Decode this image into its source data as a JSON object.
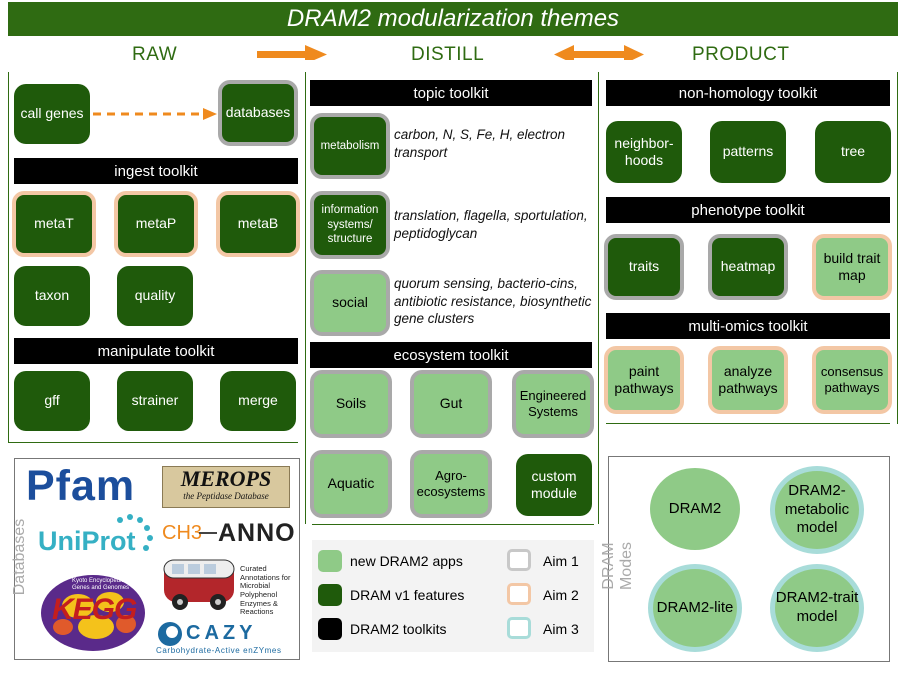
{
  "title": "DRAM2 modularization themes",
  "columns": {
    "raw": "RAW",
    "distill": "DISTILL",
    "product": "PRODUCT"
  },
  "raw": {
    "call_genes": "call genes",
    "databases": "databases",
    "ingest_toolkit": "ingest toolkit",
    "ingest": [
      "metaT",
      "metaP",
      "metaB",
      "taxon",
      "quality"
    ],
    "manipulate_toolkit": "manipulate toolkit",
    "manipulate": [
      "gff",
      "strainer",
      "merge"
    ]
  },
  "distill": {
    "topic_toolkit": "topic toolkit",
    "topics": [
      {
        "label": "metabolism",
        "desc": "carbon, N, S, Fe, H, electron transport"
      },
      {
        "label": "information systems/ structure",
        "desc": "translation, flagella, sportulation, peptidoglycan"
      },
      {
        "label": "social",
        "desc": "quorum sensing, bacterio-cins, antibiotic resistance, biosynthetic gene clusters"
      }
    ],
    "ecosystem_toolkit": "ecosystem toolkit",
    "ecosystems": [
      "Soils",
      "Gut",
      "Engineered Systems",
      "Aquatic",
      "Agro-ecosystems",
      "custom module"
    ]
  },
  "product": {
    "nonhomology_toolkit": "non-homology toolkit",
    "nonhomology": [
      "neighbor-hoods",
      "patterns",
      "tree"
    ],
    "phenotype_toolkit": "phenotype toolkit",
    "phenotype": [
      "traits",
      "heatmap",
      "build trait map"
    ],
    "multiomics_toolkit": "multi-omics toolkit",
    "multiomics": [
      "paint pathways",
      "analyze pathways",
      "consensus pathways"
    ]
  },
  "databases_panel": {
    "label": "Databases",
    "logos": {
      "pfam": "Pfam",
      "merops": "MEROPS",
      "merops_sub": "the Peptidase Database",
      "uniprot": "UniProt",
      "anno_ch3": "CH3",
      "anno": "ANNO",
      "camper": "Curated Annotations for Microbial Polyphenol Enzymes & Reactions",
      "kegg": "KEGG",
      "kegg_sub": "Kyoto Encyclopedia of Genes and Genomes",
      "cazy": "CAZY",
      "cazy_sub": "Carbohydrate-Active enZYmes"
    }
  },
  "legend": {
    "new_apps": "new DRAM2 apps",
    "v1": "DRAM v1 features",
    "toolkits": "DRAM2 toolkits",
    "aim1": "Aim 1",
    "aim2": "Aim 2",
    "aim3": "Aim 3"
  },
  "modes_panel": {
    "label": "DRAM Modes",
    "modes": [
      "DRAM2",
      "DRAM2-metabolic model",
      "DRAM2-lite",
      "DRAM2-trait model"
    ]
  },
  "colors": {
    "dark_green": "#1f5a0b",
    "light_green": "#8fca87",
    "aim1": "#a9a9a9",
    "aim2": "#f3c7a5",
    "aim3": "#a8dcd9",
    "arrow": "#ef8a1e"
  }
}
